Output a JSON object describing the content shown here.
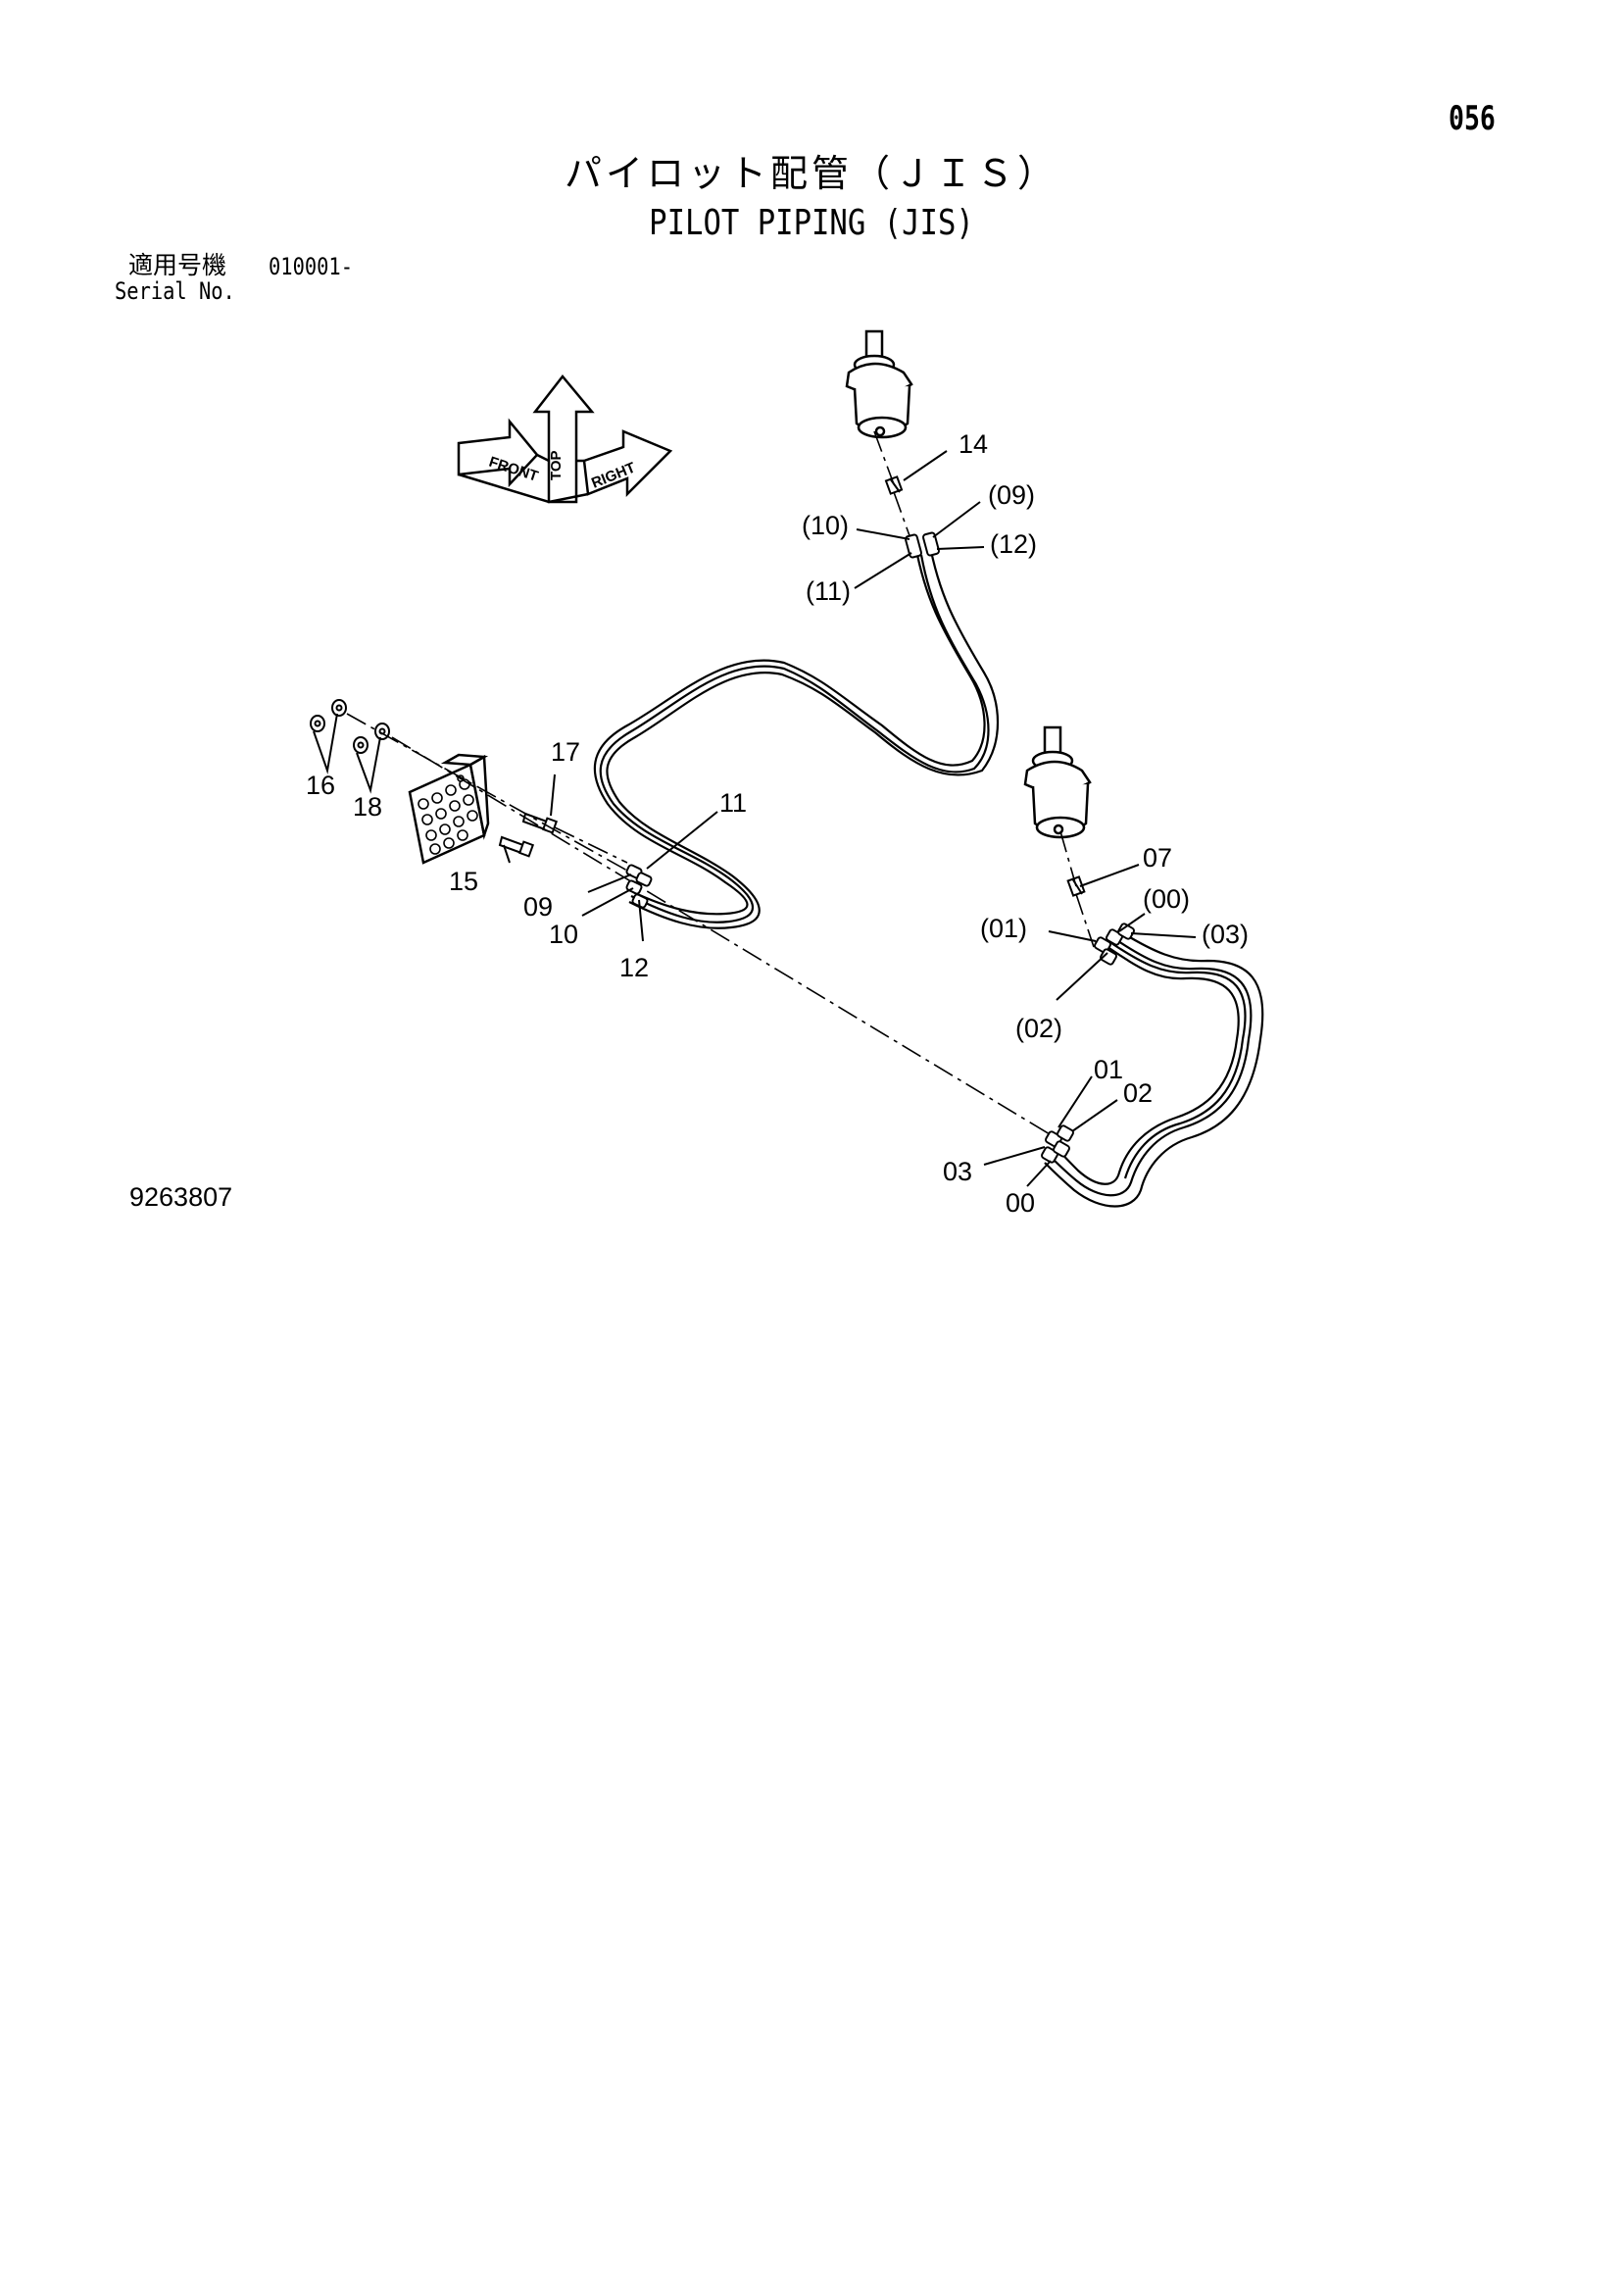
{
  "page_number": "056",
  "title_jp": "パイロット配管（ＪＩＳ）",
  "title_en": "PILOT PIPING (JIS)",
  "serial": {
    "label_jp": "適用号機",
    "code": "010001-",
    "label_en": "Serial No."
  },
  "drawing_number": "9263807",
  "orientation_labels": {
    "top": "TOP",
    "front": "FRONT",
    "right": "RIGHT"
  },
  "callouts": {
    "c14": "14",
    "c09p": "(09)",
    "c10p": "(10)",
    "c12p": "(12)",
    "c11p": "(11)",
    "c16": "16",
    "c18": "18",
    "c17": "17",
    "c15": "15",
    "c11": "11",
    "c09": "09",
    "c10": "10",
    "c12": "12",
    "c07": "07",
    "c00p": "(00)",
    "c01p": "(01)",
    "c03p": "(03)",
    "c02p": "(02)",
    "c01": "01",
    "c02": "02",
    "c03": "03",
    "c00": "00"
  }
}
